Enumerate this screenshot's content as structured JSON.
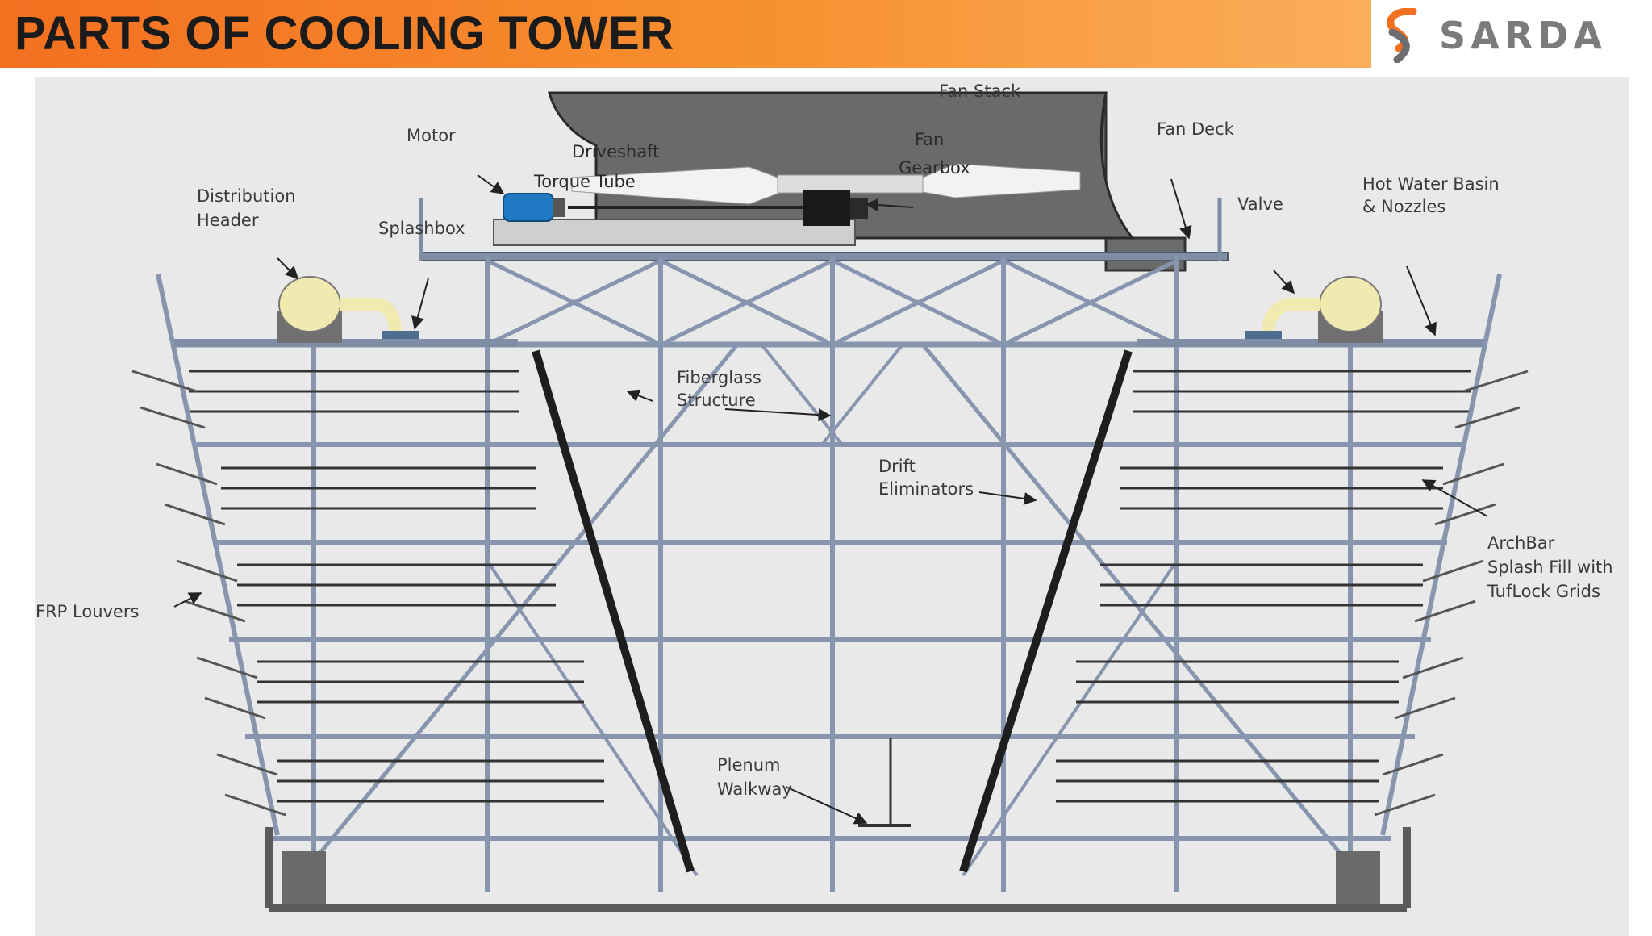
{
  "header": {
    "title": "PARTS OF COOLING TOWER"
  },
  "logo": {
    "text": "SARDA",
    "mark_colors": [
      "#f37021",
      "#6d6e71"
    ]
  },
  "colors": {
    "header_start": "#f37021",
    "header_end": "#fbae5c",
    "structure": "#8a97ad",
    "panel": "#e9e9ea"
  },
  "labels": {
    "fan_stack": "Fan Stack",
    "motor": "Motor",
    "driveshaft": "Driveshaft",
    "fan": "Fan",
    "fan_deck": "Fan Deck",
    "gearbox": "Gearbox",
    "torque_tube": "Torque Tube",
    "distribution_header": [
      "Distribution",
      "Header"
    ],
    "splashbox": "Splashbox",
    "valve": "Valve",
    "hot_water_basin": [
      "Hot Water Basin",
      "& Nozzles"
    ],
    "fiberglass_structure": [
      "Fiberglass",
      "Structure"
    ],
    "drift_eliminators": [
      "Drift",
      "Eliminators"
    ],
    "archbar": [
      "ArchBar",
      "Splash Fill with",
      "TufLock Grids"
    ],
    "frp_louvers": "FRP Louvers",
    "plenum_walkway": [
      "Plenum",
      "Walkway"
    ]
  }
}
